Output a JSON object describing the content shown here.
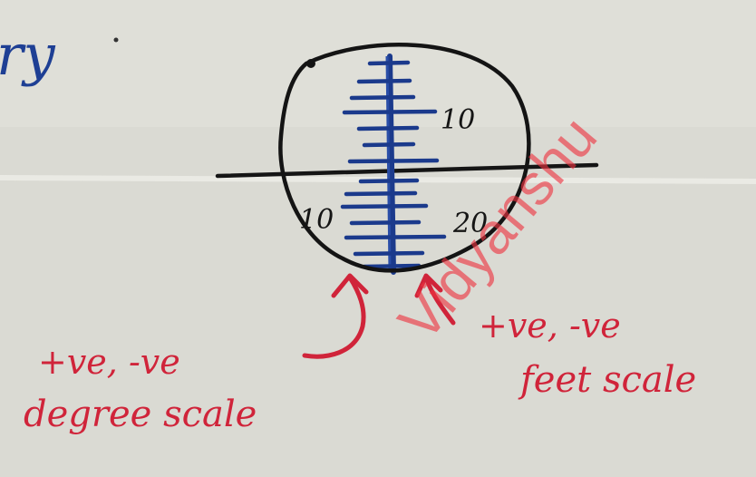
{
  "page": {
    "corner_letters": "ry",
    "colors": {
      "paper": "#dcdcd6",
      "blue_ink": "#1b3a8c",
      "black_ink": "#141414",
      "red_ink": "#d0243a",
      "watermark": "#ee3340"
    }
  },
  "diagram": {
    "scale_label_top": "10",
    "scale_label_left": "10",
    "scale_label_right": "20",
    "labels": {
      "degree_scale_line1": "+ve, -ve",
      "degree_scale_line2": "degree scale",
      "feet_scale_line1": "+ve, -ve",
      "feet_scale_line2": "feet scale"
    }
  },
  "watermark": {
    "text": "Vidyanshu"
  }
}
